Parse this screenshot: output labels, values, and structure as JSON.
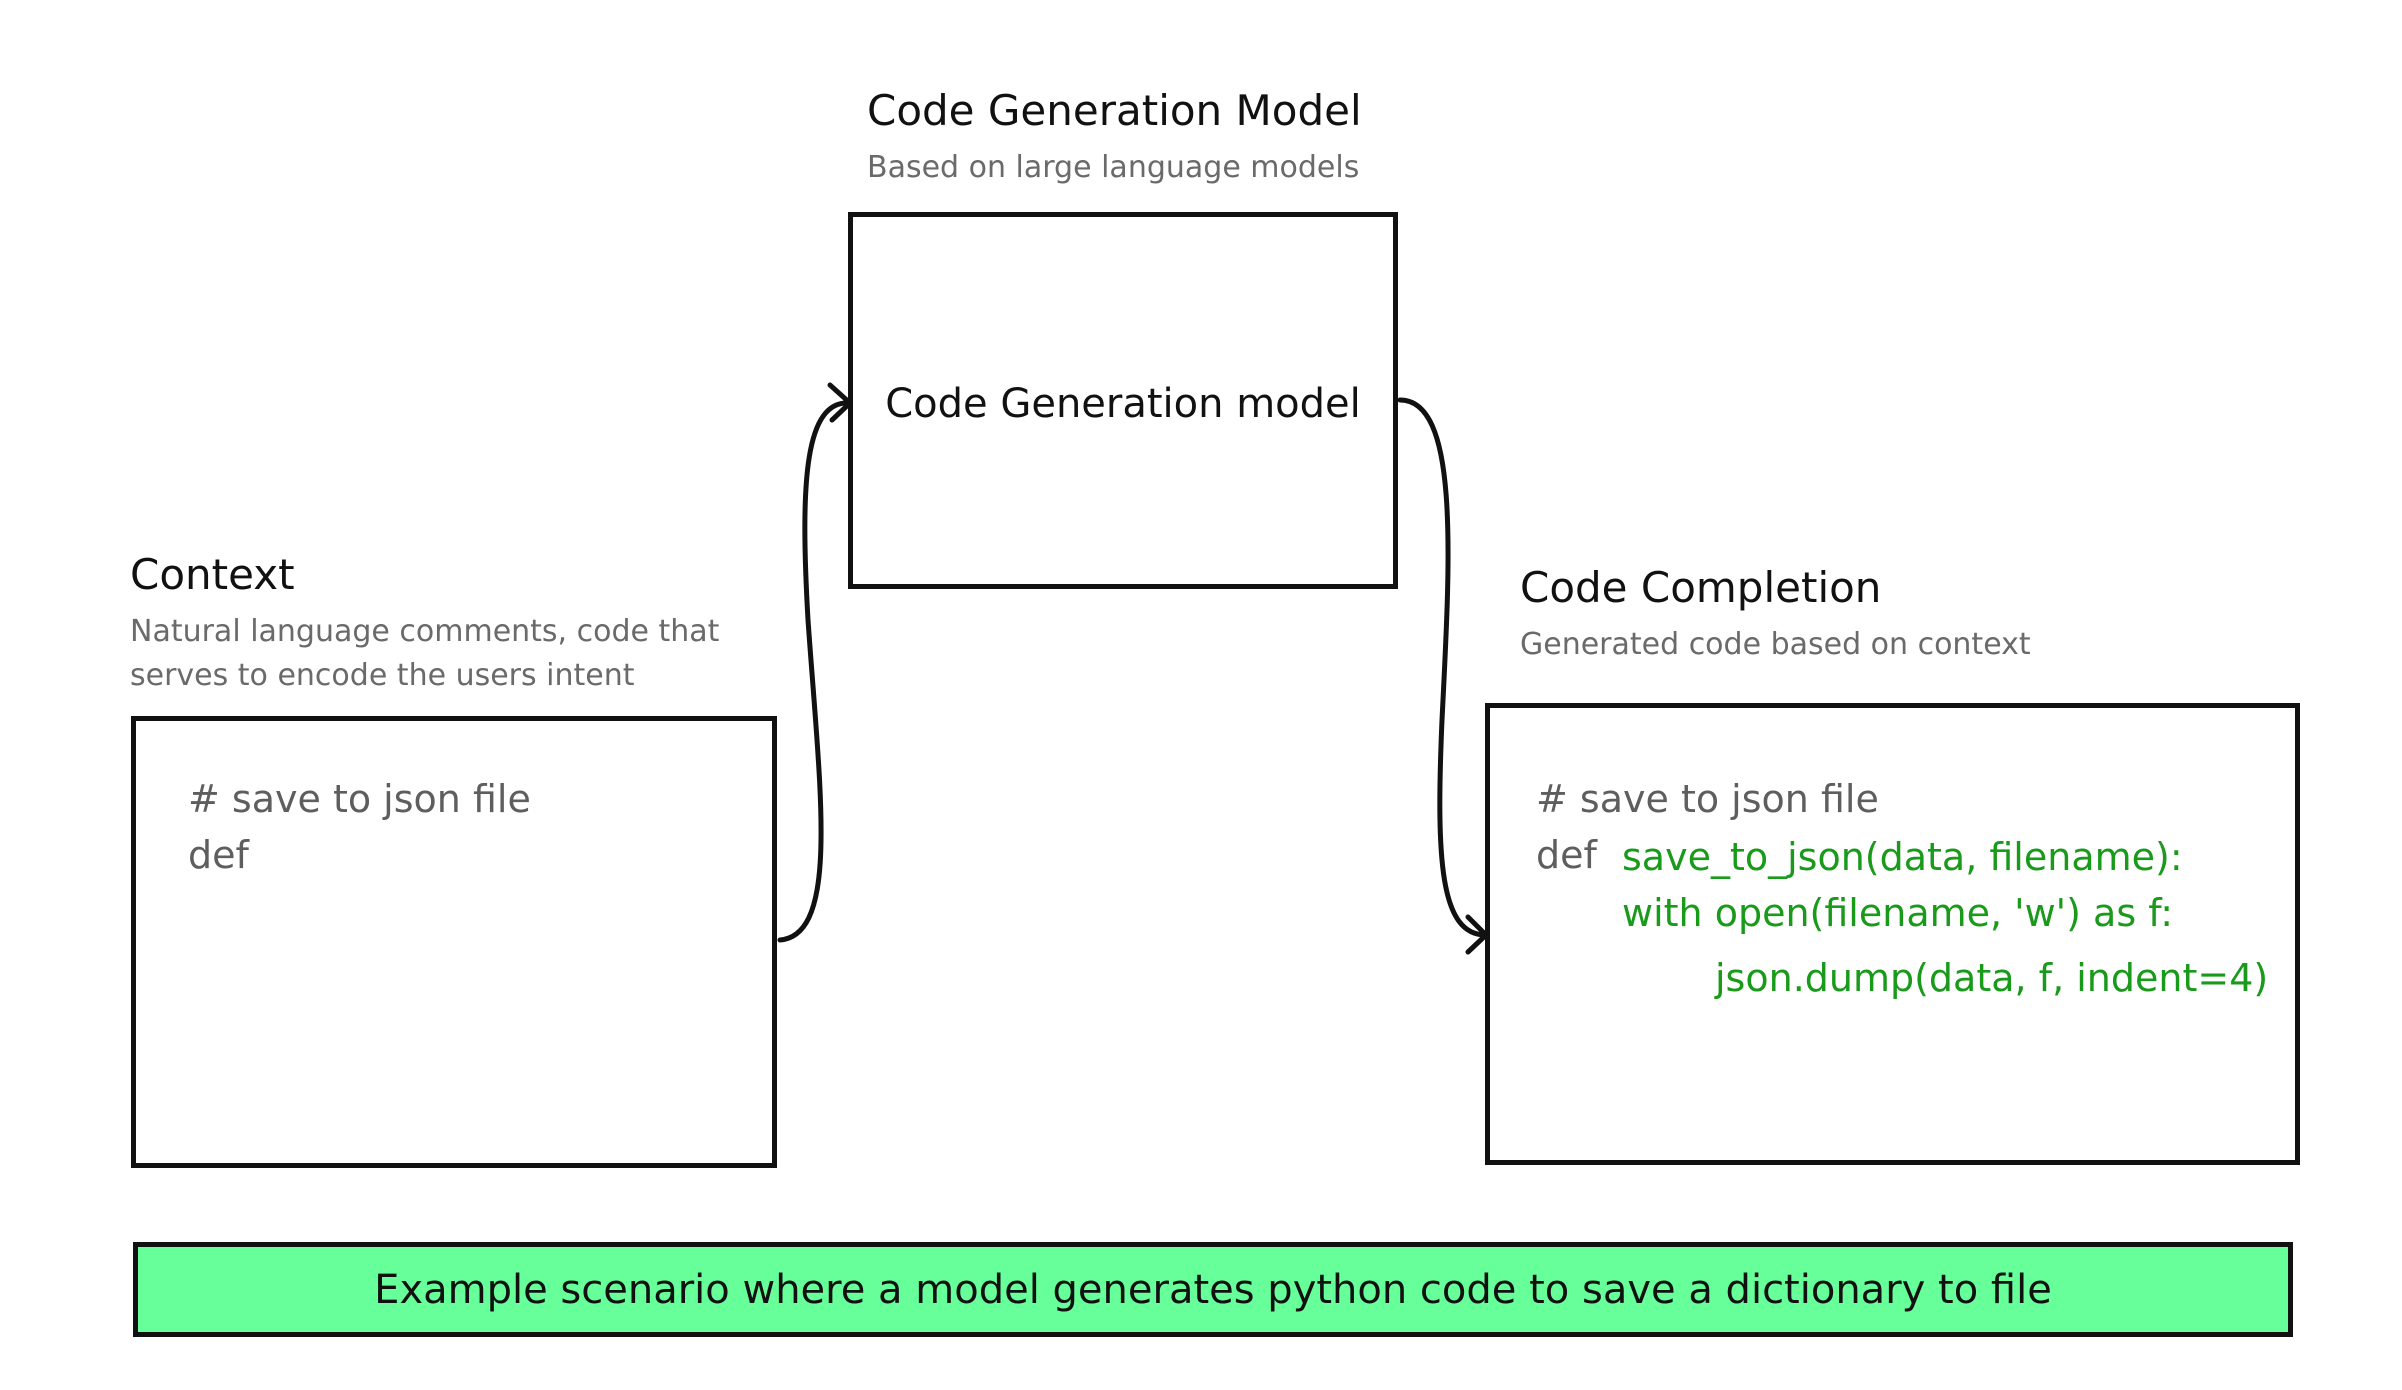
{
  "model": {
    "title": "Code Generation Model",
    "subtitle": "Based on large language models",
    "box_label": "Code Generation model"
  },
  "context": {
    "title": "Context",
    "subtitle_line1": "Natural language comments, code that",
    "subtitle_line2": "serves to encode the users intent",
    "code_line1": "# save to json file",
    "code_line2": "def"
  },
  "completion": {
    "title": "Code Completion",
    "subtitle": "Generated code based on context",
    "code_comment": "# save to json file",
    "code_def": "def",
    "generated_line1": "save_to_json(data, filename):",
    "generated_line2": "with open(filename, 'w') as f:",
    "generated_line3": "json.dump(data, f, indent=4)"
  },
  "caption": "Example scenario where a model generates python code to save a dictionary to file",
  "colors": {
    "caption_background": "#66ff99",
    "generated_code": "#1a9a1a",
    "subtitle_text": "#6a6a6a",
    "border": "#111111"
  }
}
